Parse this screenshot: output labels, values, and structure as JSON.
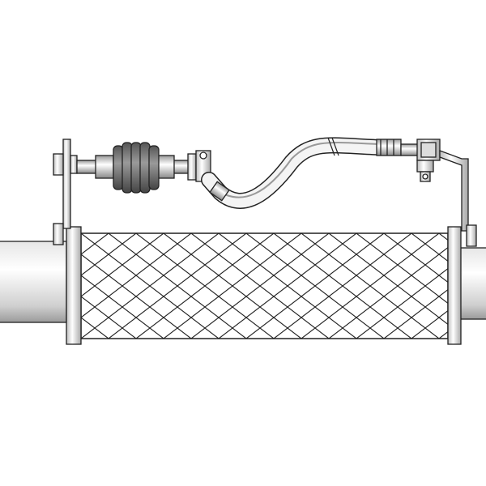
{
  "colors": {
    "outline": "#222222",
    "metal_light": "#f2f2f2",
    "metal_mid": "#c8c8c8",
    "metal_dark": "#8a8a8a",
    "bellows": "#6e6e6e",
    "background": "#ffffff"
  },
  "parts": [
    "left-pipe",
    "left-flange",
    "braided-hose",
    "right-flange",
    "right-pipe",
    "left-bracket",
    "right-bracket",
    "bellows-rod",
    "flexible-line",
    "connector"
  ]
}
